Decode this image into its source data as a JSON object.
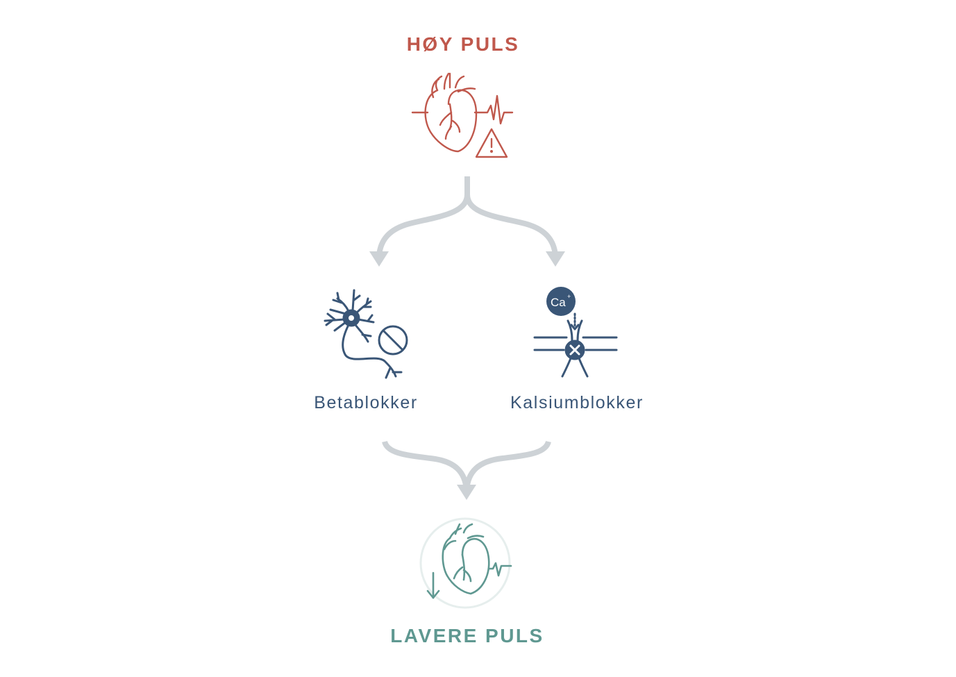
{
  "top": {
    "title": "HØY PULS",
    "icon": "heart-warning-icon",
    "color": "#c0584c"
  },
  "treatments": [
    {
      "label": "Betablokker",
      "icon": "neuron-blocked-icon",
      "color": "#3a5677"
    },
    {
      "label": "Kalsiumblokker",
      "icon": "calcium-channel-blocked-icon",
      "badge": "Ca+",
      "color": "#3a5677"
    }
  ],
  "bottom": {
    "title": "LAVERE PULS",
    "icon": "heart-lower-rate-icon",
    "color": "#5f9891"
  },
  "arrows": {
    "color": "#cdd2d6"
  }
}
